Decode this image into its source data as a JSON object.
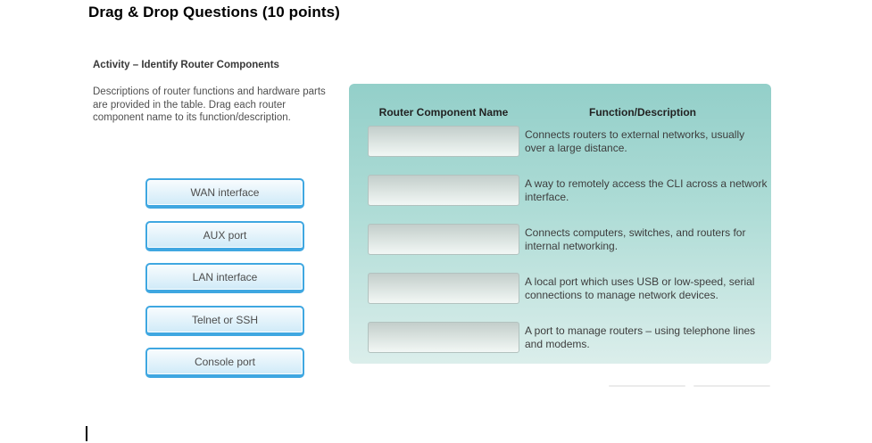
{
  "page": {
    "title": "Drag & Drop Questions (10 points)"
  },
  "activity": {
    "heading": "Activity – Identify Router Components",
    "instructions": "Descriptions of router functions and hardware parts are provided in the table. Drag each router component name to its function/description."
  },
  "drag_items": [
    {
      "label": "WAN interface"
    },
    {
      "label": "AUX port"
    },
    {
      "label": "LAN interface"
    },
    {
      "label": "Telnet or SSH"
    },
    {
      "label": "Console port"
    }
  ],
  "table": {
    "headers": {
      "component": "Router Component Name",
      "function": "Function/Description"
    },
    "rows": [
      {
        "slot_value": "",
        "description": "Connects routers to external networks, usually over a large distance."
      },
      {
        "slot_value": "",
        "description": "A way to remotely access the CLI across a network interface."
      },
      {
        "slot_value": "",
        "description": "Connects computers, switches, and routers for internal networking."
      },
      {
        "slot_value": "",
        "description": "A local port which uses USB or low-speed, serial connections to manage network devices."
      },
      {
        "slot_value": "",
        "description": "A port to manage routers – using telephone lines and modems."
      }
    ]
  },
  "colors": {
    "panel_top": "#93cfc9",
    "panel_bottom": "#dbeeeb",
    "drag_button_border": "#3fa7e1",
    "drag_button_fill_top": "#f8fcfe",
    "drag_button_fill_bottom": "#cfeaf8",
    "dropzone_top": "#c3cecb",
    "dropzone_bottom": "#f2f7f5",
    "title_text": "#000000",
    "body_text": "#3d3d3d"
  }
}
